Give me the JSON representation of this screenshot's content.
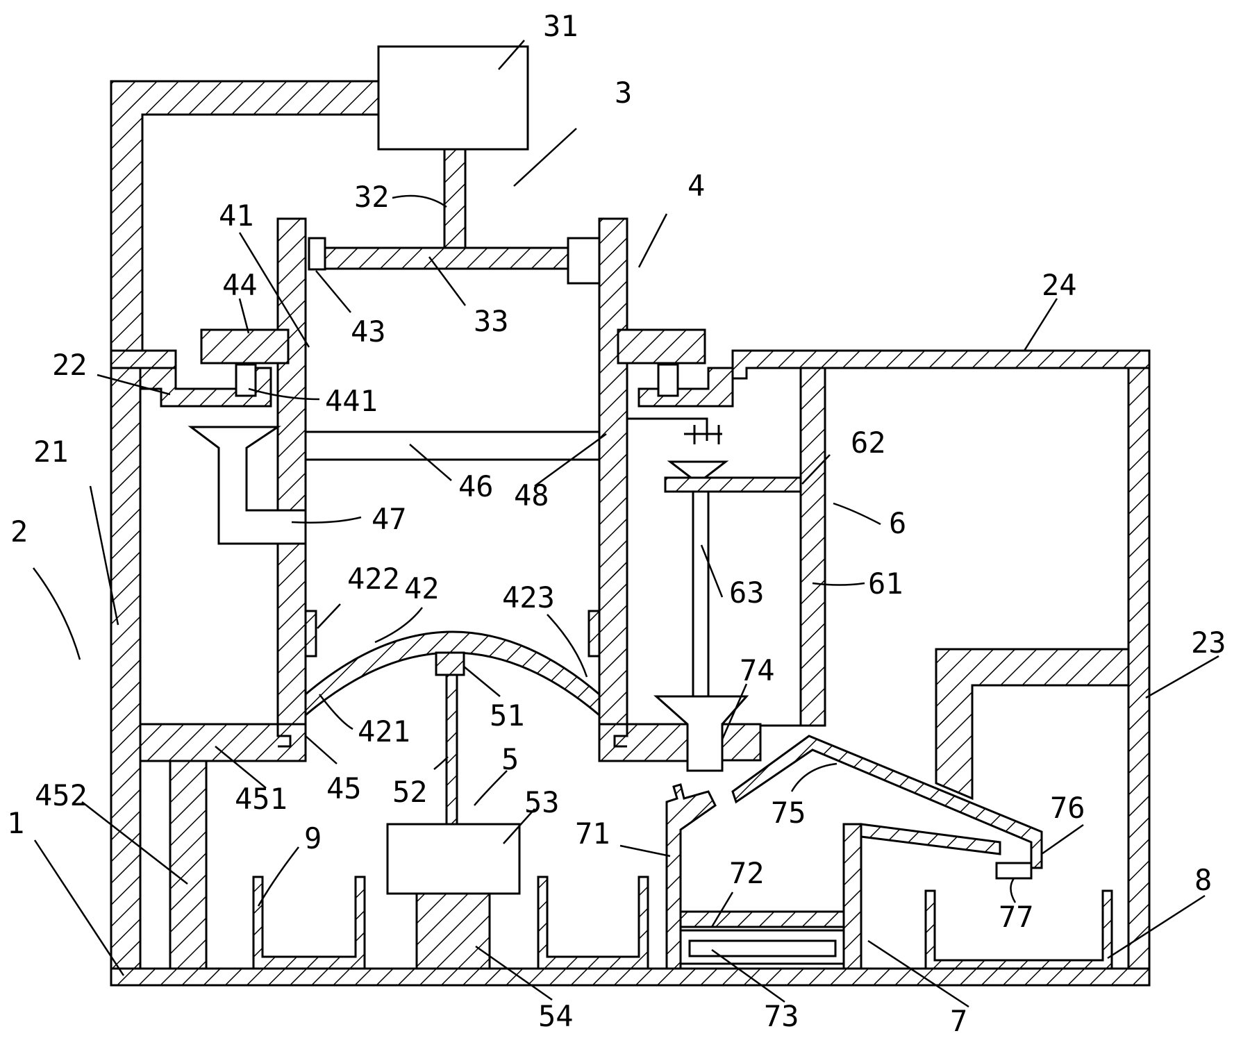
{
  "labels": {
    "l1": "1",
    "l2": "2",
    "l3": "3",
    "l4": "4",
    "l5": "5",
    "l6": "6",
    "l7": "7",
    "l8": "8",
    "l9": "9",
    "l21": "21",
    "l22": "22",
    "l23": "23",
    "l24": "24",
    "l31": "31",
    "l32": "32",
    "l33": "33",
    "l41": "41",
    "l42": "42",
    "l43": "43",
    "l44": "44",
    "l45": "45",
    "l46": "46",
    "l47": "47",
    "l48": "48",
    "l51": "51",
    "l52": "52",
    "l53": "53",
    "l54": "54",
    "l61": "61",
    "l62": "62",
    "l63": "63",
    "l71": "71",
    "l72": "72",
    "l73": "73",
    "l74": "74",
    "l75": "75",
    "l76": "76",
    "l77": "77",
    "l421": "421",
    "l422": "422",
    "l423": "423",
    "l441": "441",
    "l451": "451",
    "l452": "452"
  }
}
